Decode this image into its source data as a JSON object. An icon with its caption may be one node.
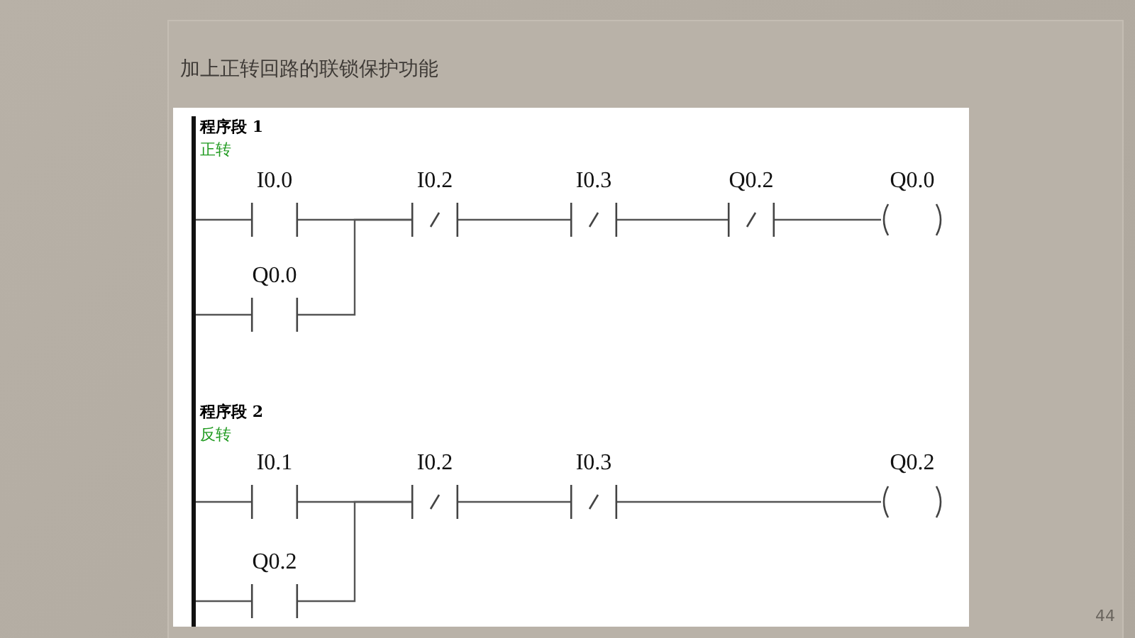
{
  "diagram": {
    "title": "加上正转回路的联锁保护功能",
    "nodes": [
      {
        "text": [],
        "shape": "bar"
      },
      {
        "text": [
          "I0.0"
        ]
      },
      {
        "text": [
          "I0.2"
        ]
      },
      {
        "text": [
          "I0.3"
        ]
      },
      {
        "text": [
          "Q0.2"
        ]
      },
      {
        "text": [
          "Q0.0"
        ]
      },
      {
        "text": [
          "Q0.0"
        ]
      },
      {
        "text": [
          "I0.1"
        ]
      },
      {
        "text": [
          "I0.2"
        ]
      },
      {
        "text": [
          "I0.3"
        ]
      },
      {
        "text": [
          "Q0.2"
        ]
      },
      {
        "text": [
          "Q0.2"
        ]
      }
    ],
    "edges": [
      {
        "from": 0,
        "to": 1,
        "arrow": "none"
      },
      {
        "from": 0,
        "to": 6,
        "arrow": "none"
      },
      {
        "from": 1,
        "to": 2,
        "arrow": "none"
      },
      {
        "from": 6,
        "to": 2,
        "arrow": "none"
      },
      {
        "from": 2,
        "to": 3,
        "arrow": "none"
      },
      {
        "from": 3,
        "to": 4,
        "arrow": "none"
      },
      {
        "from": 4,
        "to": 5,
        "arrow": "none"
      },
      {
        "from": 0,
        "to": 7,
        "arrow": "none"
      },
      {
        "from": 0,
        "to": 11,
        "arrow": "none"
      },
      {
        "from": 7,
        "to": 8,
        "arrow": "none"
      },
      {
        "from": 11,
        "to": 8,
        "arrow": "none"
      },
      {
        "from": 8,
        "to": 9,
        "arrow": "none"
      },
      {
        "from": 9,
        "to": 10,
        "arrow": "none"
      }
    ],
    "labels": [
      "程序段 1",
      "正转",
      "程序段 2",
      "反转",
      "44"
    ]
  }
}
